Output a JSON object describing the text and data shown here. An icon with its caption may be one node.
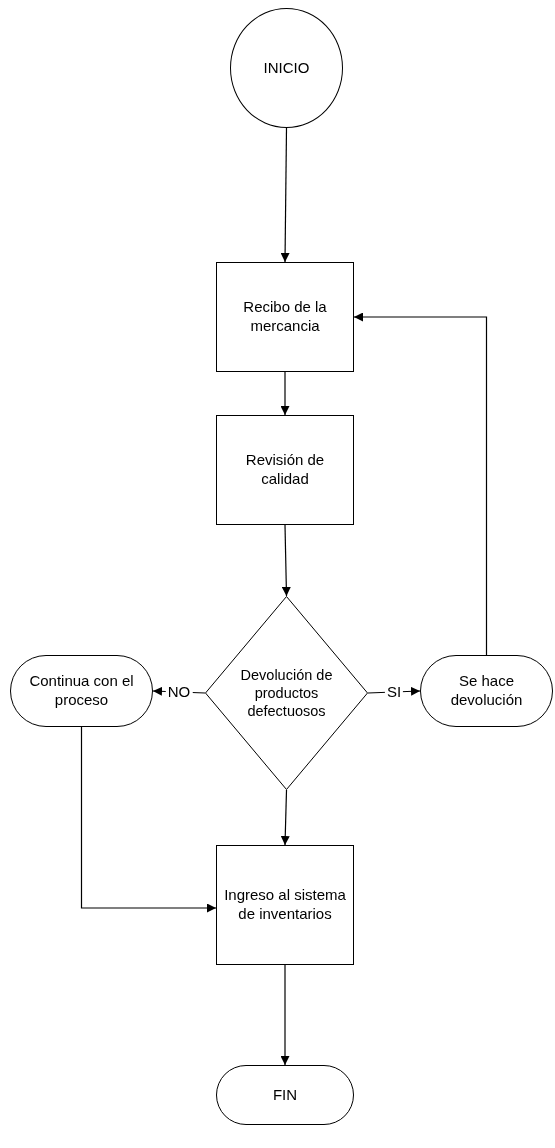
{
  "diagram": {
    "nodes": [
      {
        "text": [
          "INICIO"
        ]
      },
      {
        "text": [
          "Recibo de la mercancia"
        ]
      },
      {
        "text": [
          "Revisión de calidad"
        ]
      },
      {
        "text": [
          "Devolución de productos defectuosos"
        ]
      },
      {
        "text": [
          "Continua con el proceso"
        ]
      },
      {
        "text": [
          "Se hace devolución"
        ]
      },
      {
        "text": [
          "Ingreso al sistema de inventarios"
        ]
      },
      {
        "text": [
          "FIN"
        ]
      }
    ],
    "edges": [
      {
        "from": 0,
        "to": 1,
        "arrow": "to"
      },
      {
        "from": 1,
        "to": 2,
        "arrow": "to"
      },
      {
        "from": 2,
        "to": 3,
        "arrow": "to"
      },
      {
        "from": 3,
        "to": 4,
        "arrow": "to",
        "label": "NO"
      },
      {
        "from": 3,
        "to": 5,
        "arrow": "to",
        "label": "SI"
      },
      {
        "from": 5,
        "to": 1,
        "arrow": "to"
      },
      {
        "from": 3,
        "to": 6,
        "arrow": "to"
      },
      {
        "from": 4,
        "to": 6,
        "arrow": "to"
      },
      {
        "from": 6,
        "to": 7,
        "arrow": "to"
      }
    ]
  }
}
